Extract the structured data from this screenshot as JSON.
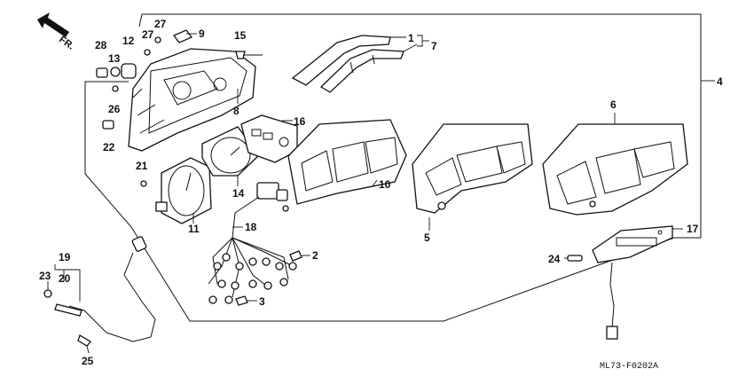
{
  "orientation": {
    "label": "FR."
  },
  "drawing_code": "ML73-F0202A",
  "callouts": {
    "c1": "1",
    "c2": "2",
    "c3": "3",
    "c4": "4",
    "c5": "5",
    "c6": "6",
    "c7": "7",
    "c8": "8",
    "c9": "9",
    "c10": "10",
    "c11": "11",
    "c12": "12",
    "c13": "13",
    "c14": "14",
    "c15": "15",
    "c16": "16",
    "c17": "17",
    "c18": "18",
    "c19": "19",
    "c20": "20",
    "c21": "21",
    "c22": "22",
    "c23": "23",
    "c24": "24",
    "c25": "25",
    "c26": "26",
    "c27a": "27",
    "c27b": "27",
    "c28": "28"
  }
}
